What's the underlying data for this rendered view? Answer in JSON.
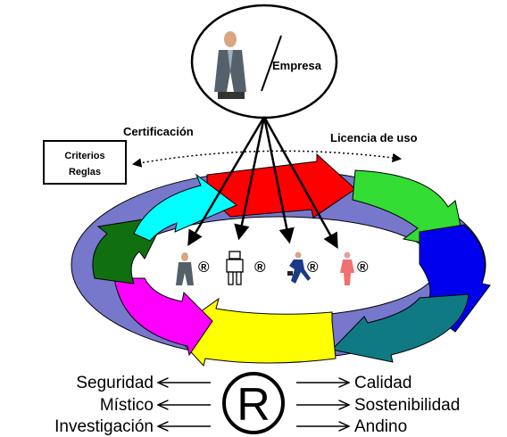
{
  "top": {
    "company_label": "Empresa"
  },
  "relations": {
    "left_label": "Certificación",
    "right_label": "Licencia de uso"
  },
  "box": {
    "line1": "Criterios",
    "line2": "Reglas"
  },
  "registered_mark": "®",
  "users": [
    {
      "icon": "businessman-icon"
    },
    {
      "icon": "robot-figure-icon"
    },
    {
      "icon": "running-businessman-icon"
    },
    {
      "icon": "woman-figure-icon"
    }
  ],
  "values_left": [
    "Seguridad",
    "Místico",
    "Investigación"
  ],
  "values_right": [
    "Calidad",
    "Sostenibilidad",
    "Andino"
  ],
  "center_mark": "R",
  "colors": {
    "red": "#ff0000",
    "green": "#33dd33",
    "blue": "#0000ee",
    "teal": "#107a84",
    "yellow": "#ffff00",
    "magenta": "#ff00ff",
    "darkgreen": "#107010",
    "cyan": "#00ffff",
    "ring": "#7777cc",
    "suit": "#55606a"
  }
}
